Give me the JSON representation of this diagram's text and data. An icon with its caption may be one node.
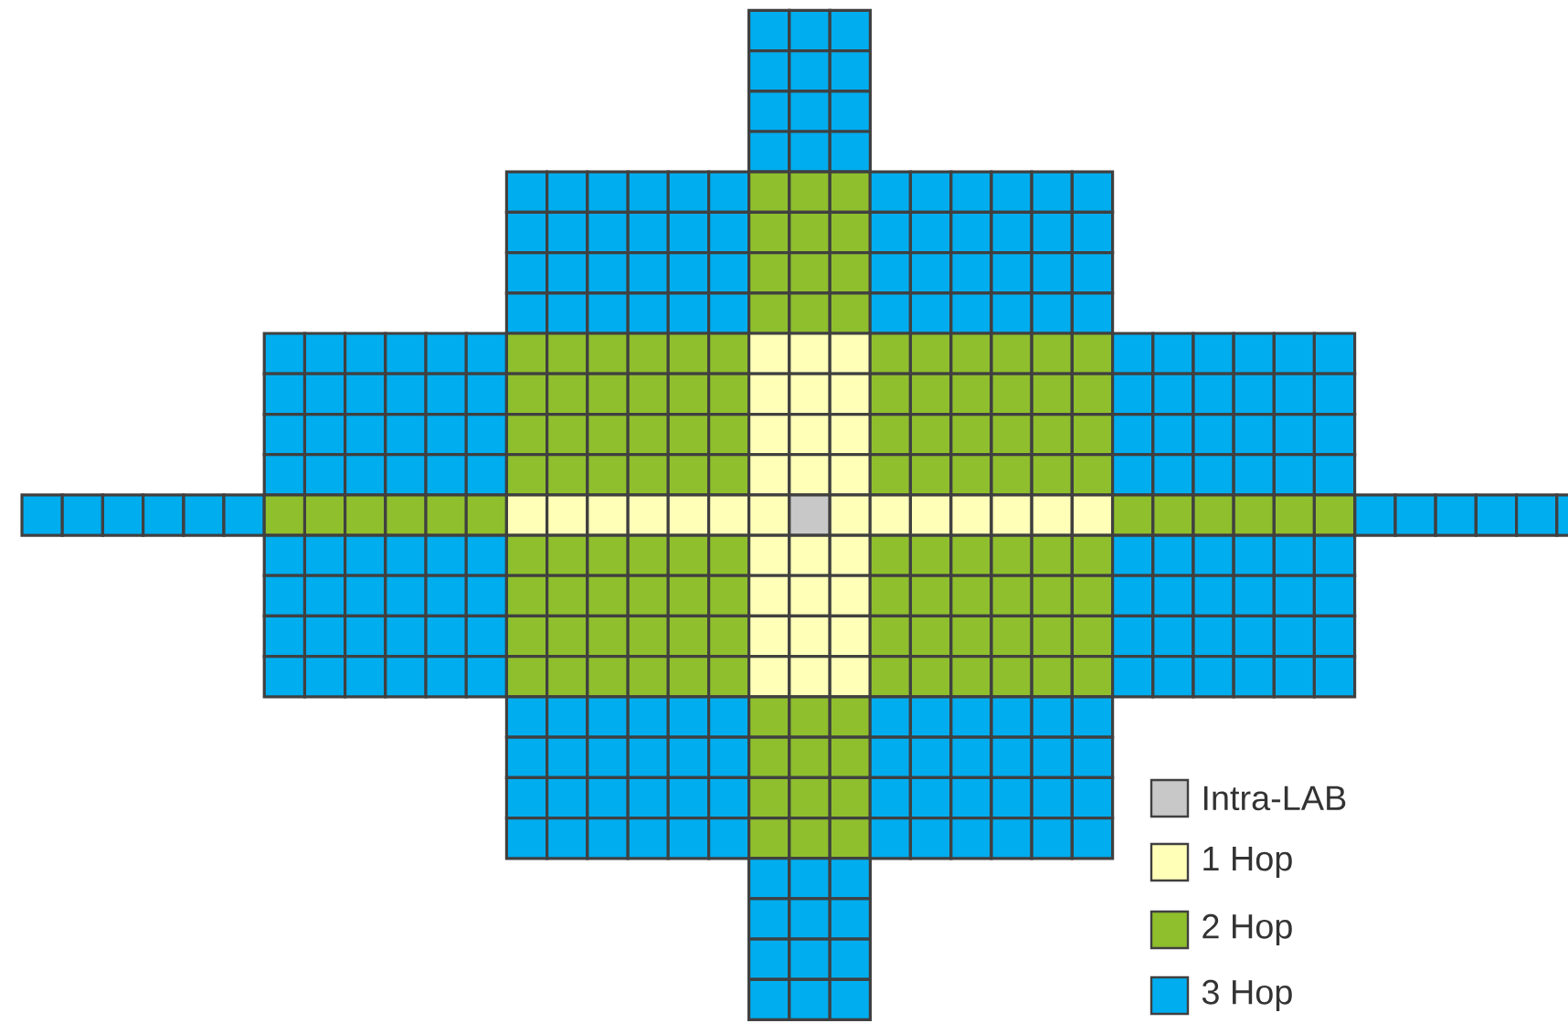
{
  "diagram": {
    "legend": [
      {
        "text": "Intra-LAB",
        "color": "#c8c8c8"
      },
      {
        "text": "1 Hop",
        "color": "#ffffb8"
      },
      {
        "text": "2 Hop",
        "color": "#8fbf2d"
      },
      {
        "text": "3 Hop",
        "color": "#00adef"
      }
    ]
  }
}
